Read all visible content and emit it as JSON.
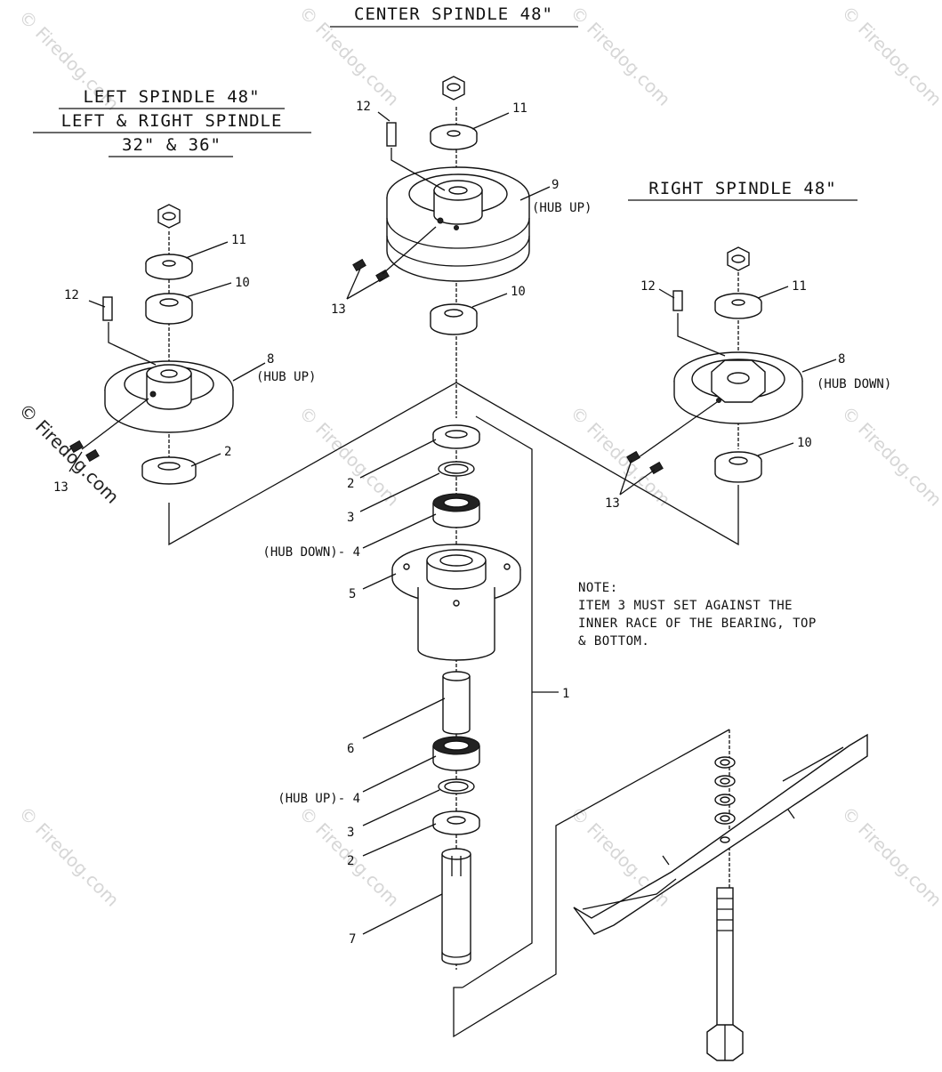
{
  "titles": {
    "center": "CENTER SPINDLE 48\"",
    "left_line1": "LEFT SPINDLE 48\"",
    "left_line2": "LEFT & RIGHT SPINDLE",
    "left_line3": "32\" & 36\"",
    "right": "RIGHT SPINDLE 48\""
  },
  "note": {
    "line1": "NOTE:",
    "line2": "ITEM 3 MUST SET AGAINST THE",
    "line3": "INNER RACE OF THE BEARING, TOP",
    "line4": "& BOTTOM."
  },
  "watermark": "© Firedog.com",
  "callouts": {
    "left_11": "11",
    "left_10": "10",
    "left_12": "12",
    "left_8": "8",
    "left_hub_up": "(HUB UP)",
    "left_13": "13",
    "left_2": "2",
    "center_12": "12",
    "center_11": "11",
    "center_9": "9",
    "center_hub_up": "(HUB UP)",
    "center_13": "13",
    "center_10": "10",
    "right_12": "12",
    "right_11": "11",
    "right_8": "8",
    "right_hub_down": "(HUB DOWN)",
    "right_10": "10",
    "right_13": "13",
    "stack_2_top": "2",
    "stack_3_top": "3",
    "stack_4_top": "(HUB DOWN)- 4",
    "stack_5": "5",
    "stack_6": "6",
    "stack_4_bottom": "(HUB UP)- 4",
    "stack_3_bottom": "3",
    "stack_2_bottom": "2",
    "stack_7": "7",
    "stack_1": "1"
  }
}
